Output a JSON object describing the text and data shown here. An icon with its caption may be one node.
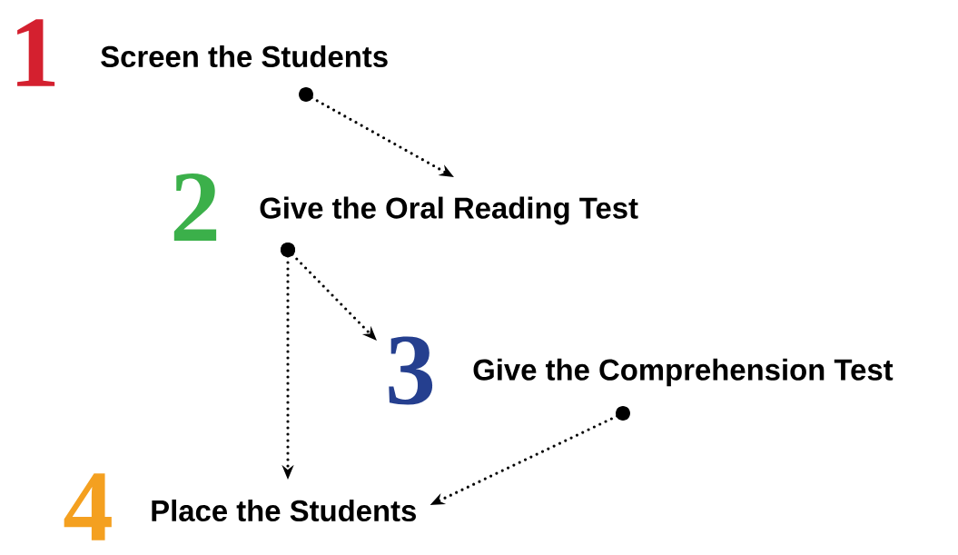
{
  "diagram": {
    "nodes": [
      {
        "text": [
          "Screen the Students"
        ],
        "beside": [
          "1"
        ]
      },
      {
        "text": [
          "Give the Oral Reading Test"
        ],
        "beside": [
          "2"
        ]
      },
      {
        "text": [
          "Give the Comprehension Test"
        ],
        "beside": [
          "3"
        ]
      },
      {
        "text": [
          "Place the Students"
        ],
        "beside": [
          "4"
        ]
      }
    ],
    "edges": [
      {
        "from": 0,
        "to": 1,
        "arrow": "to"
      },
      {
        "from": 1,
        "to": 2,
        "arrow": "to"
      },
      {
        "from": 1,
        "to": 3,
        "arrow": "to"
      },
      {
        "from": 2,
        "to": 3,
        "arrow": "to"
      }
    ]
  }
}
